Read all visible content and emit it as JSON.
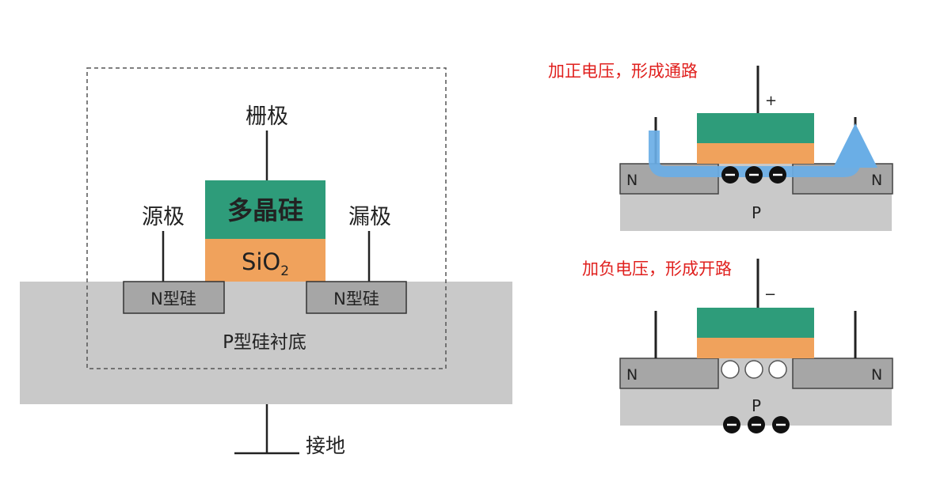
{
  "left": {
    "gate_label": "栅极",
    "source_label": "源极",
    "drain_label": "漏极",
    "gate_material": "多晶硅",
    "oxide_base": "SiO",
    "oxide_sub": "2",
    "n_left": "N型硅",
    "n_right": "N型硅",
    "substrate": "P型硅衬底",
    "ground": "接地"
  },
  "top_right": {
    "caption": "加正电压，形成通路",
    "gate_sign": "+",
    "n_left": "N",
    "n_right": "N",
    "p": "P"
  },
  "bottom_right": {
    "caption": "加负电压，形成开路",
    "gate_sign": "−",
    "n_left": "N",
    "n_right": "N",
    "p": "P"
  },
  "colors": {
    "gate_green": "#2e9c7a",
    "oxide_orange": "#f0a25c",
    "n_gray": "#a6a6a6",
    "substrate_gray": "#c9c9c9",
    "channel_blue": "#6aaee6",
    "caption_red": "#e0201e"
  }
}
